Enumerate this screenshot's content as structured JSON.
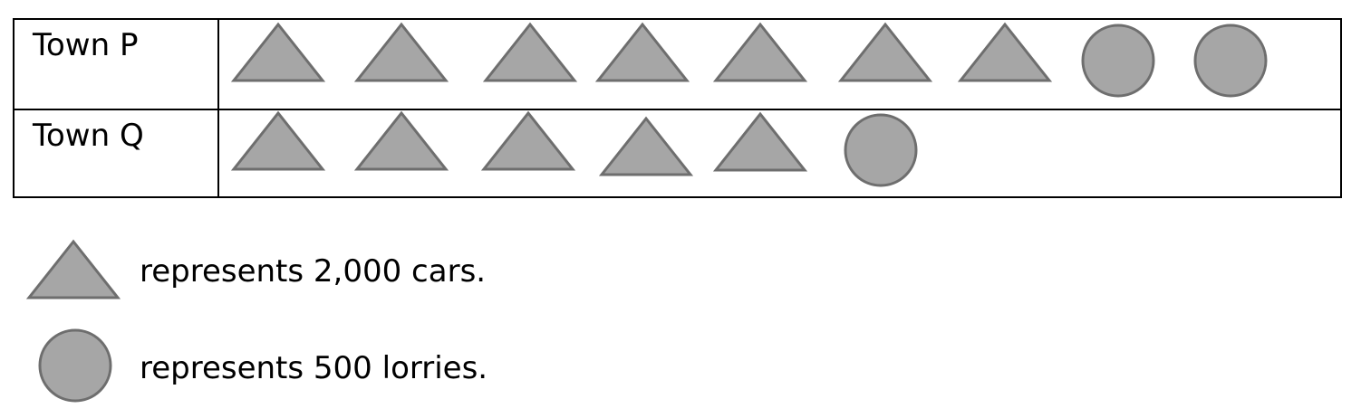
{
  "chart_data": {
    "type": "pictogram",
    "rows": [
      {
        "label": "Town P",
        "cars_symbols": 7,
        "lorries_symbols": 2
      },
      {
        "label": "Town Q",
        "cars_symbols": 5,
        "lorries_symbols": 1
      }
    ],
    "legend": [
      {
        "symbol": "triangle",
        "text": "represents 2,000 cars.",
        "value": 2000
      },
      {
        "symbol": "circle",
        "text": "represents 500 lorries.",
        "value": 500
      }
    ]
  },
  "colors": {
    "symbol_fill": "#a6a6a6",
    "symbol_stroke": "#6e6e6e",
    "border": "#000000"
  },
  "icons": {
    "car_symbol": "triangle-icon",
    "lorry_symbol": "circle-icon"
  }
}
